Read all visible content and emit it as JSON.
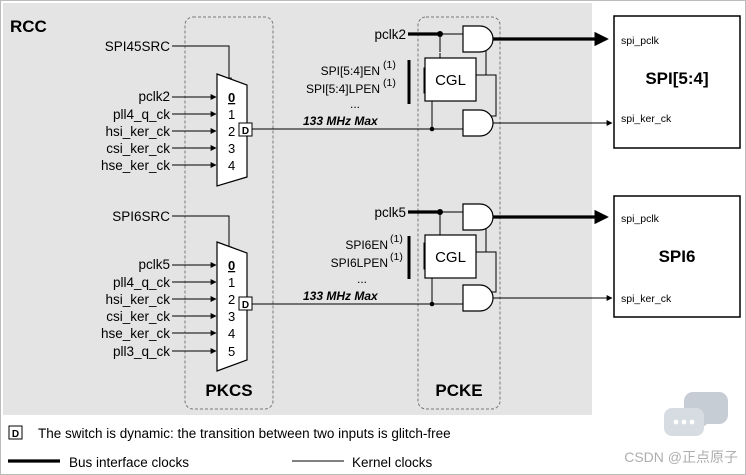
{
  "rcc_label": "RCC",
  "pkcs_label": "PKCS",
  "pcke_label": "PCKE",
  "group1": {
    "selector": "SPI45SRC",
    "inputs": [
      {
        "name": "pclk2",
        "index": "0",
        "default": true
      },
      {
        "name": "pll4_q_ck",
        "index": "1"
      },
      {
        "name": "hsi_ker_ck",
        "index": "2"
      },
      {
        "name": "csi_ker_ck",
        "index": "3"
      },
      {
        "name": "hse_ker_ck",
        "index": "4"
      }
    ],
    "bus_clock": "pclk2",
    "enables": [
      "SPI[5:4]EN",
      "SPI[5:4]LPEN",
      "..."
    ],
    "note_mark": "(1)",
    "cgl": "CGL",
    "max_freq": "133 MHz Max",
    "peripheral": "SPI[5:4]",
    "port_bus": "spi_pclk",
    "port_ker": "spi_ker_ck"
  },
  "group2": {
    "selector": "SPI6SRC",
    "inputs": [
      {
        "name": "pclk5",
        "index": "0",
        "default": true
      },
      {
        "name": "pll4_q_ck",
        "index": "1"
      },
      {
        "name": "hsi_ker_ck",
        "index": "2"
      },
      {
        "name": "csi_ker_ck",
        "index": "3"
      },
      {
        "name": "hse_ker_ck",
        "index": "4"
      },
      {
        "name": "pll3_q_ck",
        "index": "5"
      }
    ],
    "bus_clock": "pclk5",
    "enables": [
      "SPI6EN",
      "SPI6LPEN",
      "..."
    ],
    "note_mark": "(1)",
    "cgl": "CGL",
    "max_freq": "133 MHz Max",
    "peripheral": "SPI6",
    "port_bus": "spi_pclk",
    "port_ker": "spi_ker_ck"
  },
  "legend": {
    "d_symbol": "D",
    "d_text": "The switch is dynamic: the transition between two inputs is glitch-free",
    "bus_text": "Bus interface clocks",
    "kernel_text": "Kernel clocks"
  },
  "watermark": "CSDN @正点原子"
}
